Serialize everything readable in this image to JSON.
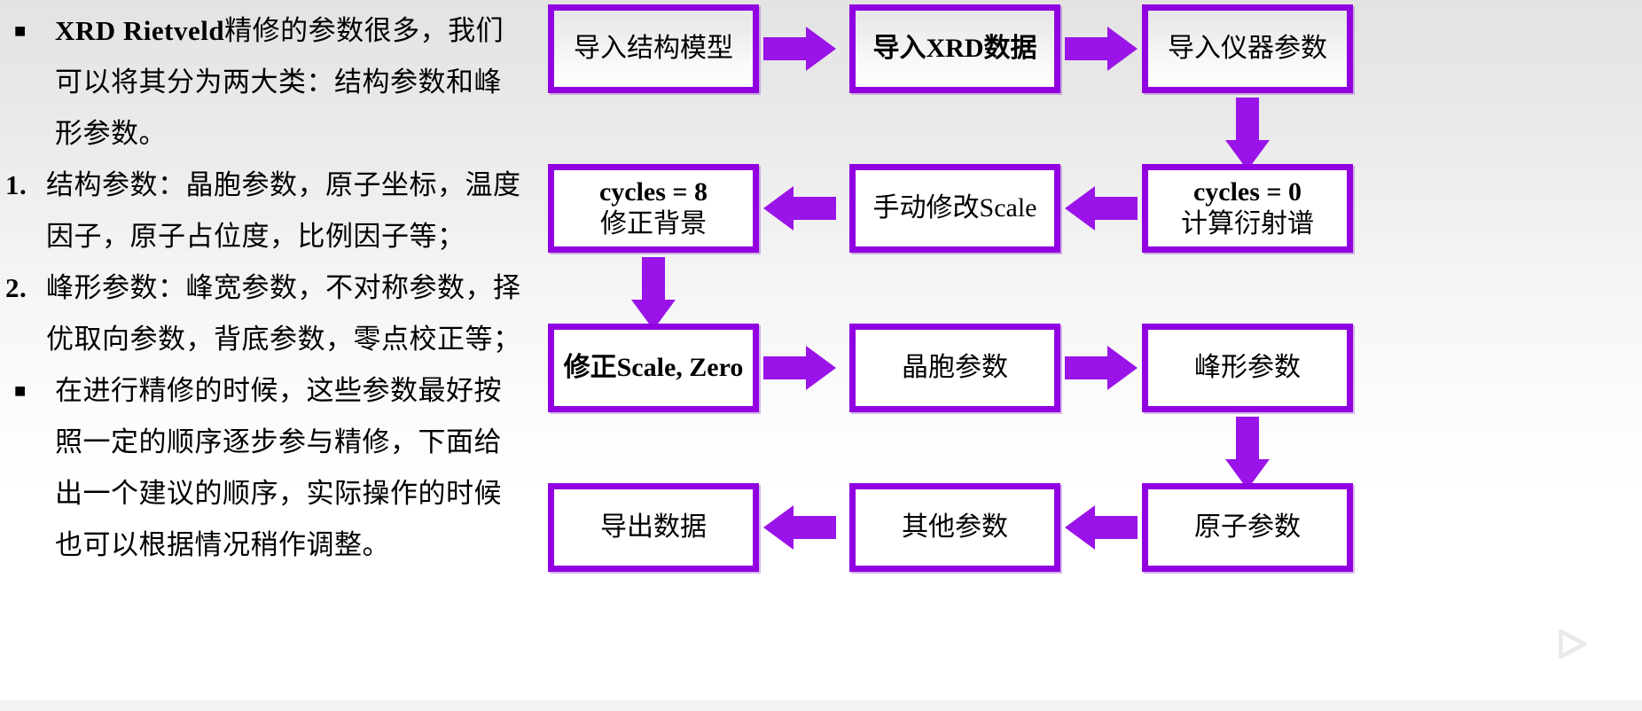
{
  "slide": {
    "accent_color": "#9a13e8",
    "border_color": "#9000e0",
    "background": "#ffffff"
  },
  "left_panel": {
    "paragraphs": [
      {
        "marker": "■",
        "marker_type": "square",
        "lead_bold": "XRD  Rietveld",
        "text": "精修的参数很多，我们可以将其分为两大类：结构参数和峰形参数。"
      },
      {
        "marker": "1.",
        "marker_type": "number",
        "lead_bold": "",
        "text": "结构参数：晶胞参数，原子坐标，温度因子，原子占位度，比例因子等；"
      },
      {
        "marker": "2.",
        "marker_type": "number",
        "lead_bold": "",
        "text": "峰形参数：峰宽参数，不对称参数，择优取向参数，背底参数，零点校正等；"
      },
      {
        "marker": "■",
        "marker_type": "square",
        "lead_bold": "",
        "text": "在进行精修的时候，这些参数最好按照一定的顺序逐步参与精修，下面给出一个建议的顺序，实际操作的时候也可以根据情况稍作调整。"
      }
    ]
  },
  "flowchart": {
    "nodes": [
      {
        "id": "n1",
        "line1": "导入结构模型",
        "line2": "",
        "bold1": false,
        "style": "gradient"
      },
      {
        "id": "n2",
        "line1": "导入XRD数据",
        "line2": "",
        "bold1": false,
        "style": "gradient"
      },
      {
        "id": "n3",
        "line1": "导入仪器参数",
        "line2": "",
        "bold1": false,
        "style": "gradient"
      },
      {
        "id": "n4",
        "line1": "cycles = 8",
        "line2": "修正背景",
        "bold1": true,
        "style": "plain"
      },
      {
        "id": "n5",
        "line1": "手动修改Scale",
        "line2": "",
        "bold1": false,
        "style": "plain"
      },
      {
        "id": "n6",
        "line1": "cycles = 0",
        "line2": "计算衍射谱",
        "bold1": true,
        "style": "plain"
      },
      {
        "id": "n7",
        "line1": "修正Scale, Zero",
        "line2": "",
        "bold1": true,
        "style": "plain"
      },
      {
        "id": "n8",
        "line1": "晶胞参数",
        "line2": "",
        "bold1": false,
        "style": "plain"
      },
      {
        "id": "n9",
        "line1": "峰形参数",
        "line2": "",
        "bold1": false,
        "style": "plain"
      },
      {
        "id": "n10",
        "line1": "导出数据",
        "line2": "",
        "bold1": false,
        "style": "plain"
      },
      {
        "id": "n11",
        "line1": "其他参数",
        "line2": "",
        "bold1": false,
        "style": "plain"
      },
      {
        "id": "n12",
        "line1": "原子参数",
        "line2": "",
        "bold1": false,
        "style": "plain"
      }
    ],
    "arrows": [
      {
        "id": "a1",
        "from": "n1",
        "to": "n2",
        "direction": "right"
      },
      {
        "id": "a2",
        "from": "n2",
        "to": "n3",
        "direction": "right"
      },
      {
        "id": "a3",
        "from": "n3",
        "to": "n6",
        "direction": "down"
      },
      {
        "id": "a4",
        "from": "n6",
        "to": "n5",
        "direction": "left"
      },
      {
        "id": "a5",
        "from": "n5",
        "to": "n4",
        "direction": "left"
      },
      {
        "id": "a6",
        "from": "n4",
        "to": "n7",
        "direction": "down"
      },
      {
        "id": "a7",
        "from": "n7",
        "to": "n8",
        "direction": "right"
      },
      {
        "id": "a8",
        "from": "n8",
        "to": "n9",
        "direction": "right"
      },
      {
        "id": "a9",
        "from": "n9",
        "to": "n12",
        "direction": "down"
      },
      {
        "id": "a10",
        "from": "n12",
        "to": "n11",
        "direction": "left"
      },
      {
        "id": "a11",
        "from": "n11",
        "to": "n10",
        "direction": "left"
      }
    ]
  },
  "watermark": {
    "name": "bilibili-tv-logo"
  }
}
